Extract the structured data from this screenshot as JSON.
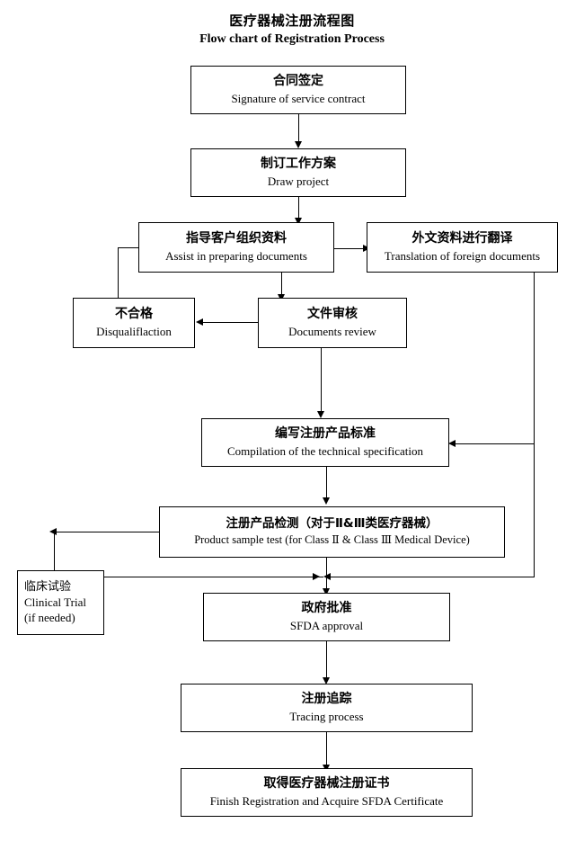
{
  "title": {
    "cn": "医疗器械注册流程图",
    "en": "Flow chart of Registration Process"
  },
  "nodes": [
    {
      "id": "contract",
      "cn": "合同签定",
      "en": "Signature of service contract"
    },
    {
      "id": "draw",
      "cn": "制订工作方案",
      "en": "Draw project"
    },
    {
      "id": "assist",
      "cn": "指导客户组织资料",
      "en": "Assist in preparing documents"
    },
    {
      "id": "translation",
      "cn": "外文资料进行翻译",
      "en": "Translation of foreign documents"
    },
    {
      "id": "disqualify",
      "cn": "不合格",
      "en": "Disqualiflaction"
    },
    {
      "id": "review",
      "cn": "文件审核",
      "en": "Documents review"
    },
    {
      "id": "compilation",
      "cn": "编写注册产品标准",
      "en": "Compilation of the technical specification"
    },
    {
      "id": "sampletest",
      "cn": "注册产品检测（对于Ⅱ&Ⅲ类医疗器械）",
      "en": "Product sample test (for Class  Ⅱ & Class  Ⅲ  Medical Device)"
    },
    {
      "id": "clinical",
      "cn": "临床试验",
      "en": "Clinical Trial",
      "en2": "(if needed)"
    },
    {
      "id": "sfda",
      "cn": "政府批准",
      "en": "SFDA approval"
    },
    {
      "id": "tracing",
      "cn": "注册追踪",
      "en": "Tracing process"
    },
    {
      "id": "finish",
      "cn": "取得医疗器械注册证书",
      "en": "Finish Registration and Acquire SFDA Certificate"
    }
  ],
  "colors": {
    "background": "#ffffff",
    "stroke": "#000000",
    "text": "#000000"
  }
}
